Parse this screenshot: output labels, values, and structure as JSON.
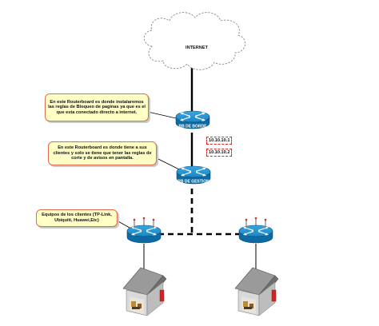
{
  "cloud": {
    "label": "INTERNET"
  },
  "routers": {
    "border": {
      "label": "RB DE BORDE"
    },
    "management": {
      "label": "RB DE GESTION"
    }
  },
  "ip_labels": [
    "10.10.10.1",
    "10.10.10.2"
  ],
  "callouts": {
    "border": "En este Routerboard es donde instalaremos las reglas de Bloqueo de paginas ya que es el que esta conectado directo a internet.",
    "management": "En este Routerboard es donde tiene a sus clientes y solo se tiene que tener las reglas de corte y de avisos en pantalla.",
    "clients": "Equipos de los clientes (TP-Link, Ubiquiti, Huawei,Etc)"
  },
  "colors": {
    "router_fill": "#1b8ac7",
    "router_dark": "#0d5f91",
    "callout_fill": "#ffffc6",
    "callout_border": "#e06a4e",
    "ip_border": "#d8262c",
    "link": "#000000"
  },
  "icons": {
    "cloud": "cloud-icon",
    "router": "router-icon",
    "access_point": "wireless-router-icon",
    "house": "house-icon"
  }
}
